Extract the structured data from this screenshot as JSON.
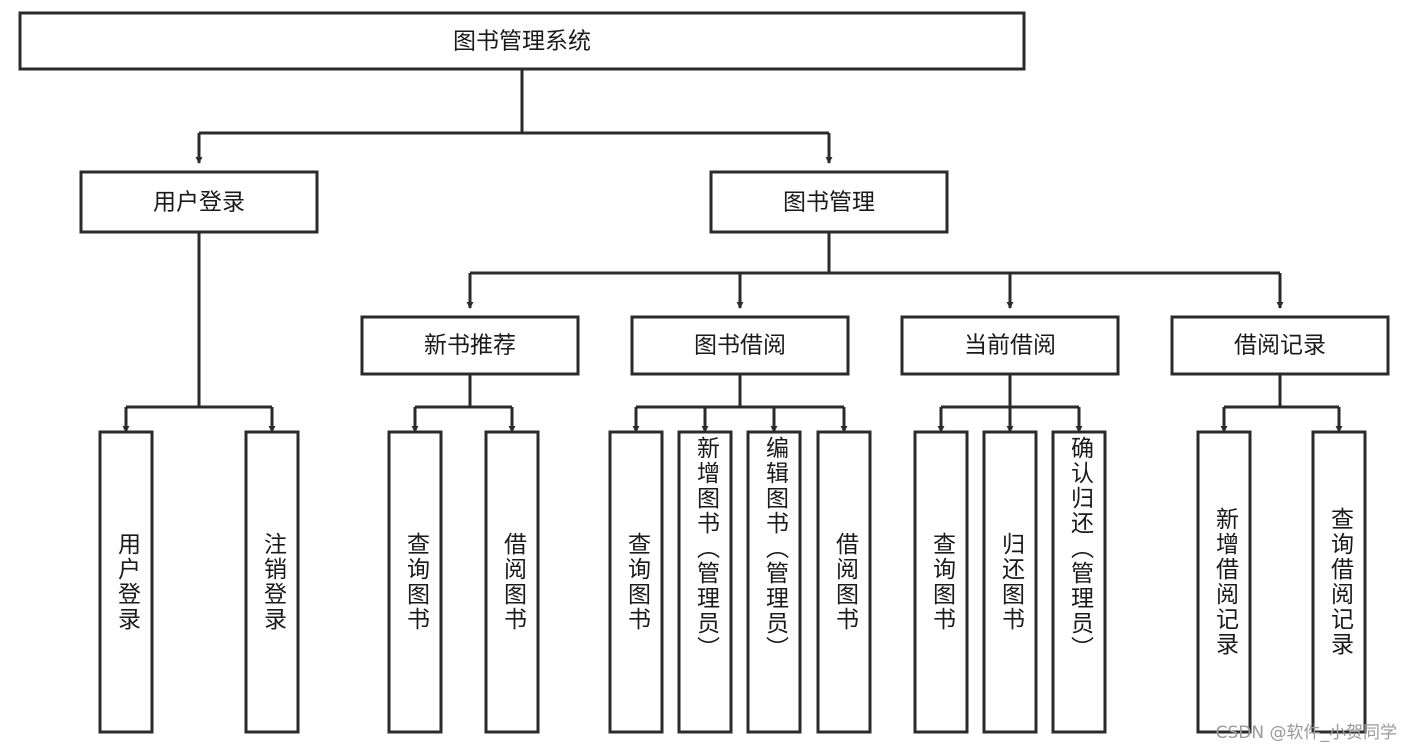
{
  "diagram": {
    "type": "tree",
    "title": "图书管理系统",
    "watermark": "CSDN @软件_小贺同学",
    "colors": {
      "background": "#ffffff",
      "stroke": "#2b2b2b",
      "fill": "#ffffff",
      "text": "#1a1a1a",
      "watermark": "#9a9a9a"
    },
    "levels": {
      "root": {
        "label": "图书管理系统"
      },
      "level2": [
        {
          "label": "用户登录"
        },
        {
          "label": "图书管理"
        }
      ],
      "level3": [
        {
          "label": "新书推荐"
        },
        {
          "label": "图书借阅"
        },
        {
          "label": "当前借阅"
        },
        {
          "label": "借阅记录"
        }
      ],
      "leaves": [
        {
          "label": "用户登录",
          "parent": "用户登录"
        },
        {
          "label": "注销登录",
          "parent": "用户登录"
        },
        {
          "label": "查询图书",
          "parent": "新书推荐"
        },
        {
          "label": "借阅图书",
          "parent": "新书推荐"
        },
        {
          "label": "查询图书",
          "parent": "图书借阅"
        },
        {
          "label": "新增图书（管理员）",
          "parent": "图书借阅"
        },
        {
          "label": "编辑图书（管理员）",
          "parent": "图书借阅"
        },
        {
          "label": "借阅图书",
          "parent": "图书借阅"
        },
        {
          "label": "查询图书",
          "parent": "当前借阅"
        },
        {
          "label": "归还图书",
          "parent": "当前借阅"
        },
        {
          "label": "确认归还（管理员）",
          "parent": "当前借阅"
        },
        {
          "label": "新增借阅记录",
          "parent": "借阅记录"
        },
        {
          "label": "查询借阅记录",
          "parent": "借阅记录"
        }
      ]
    }
  }
}
